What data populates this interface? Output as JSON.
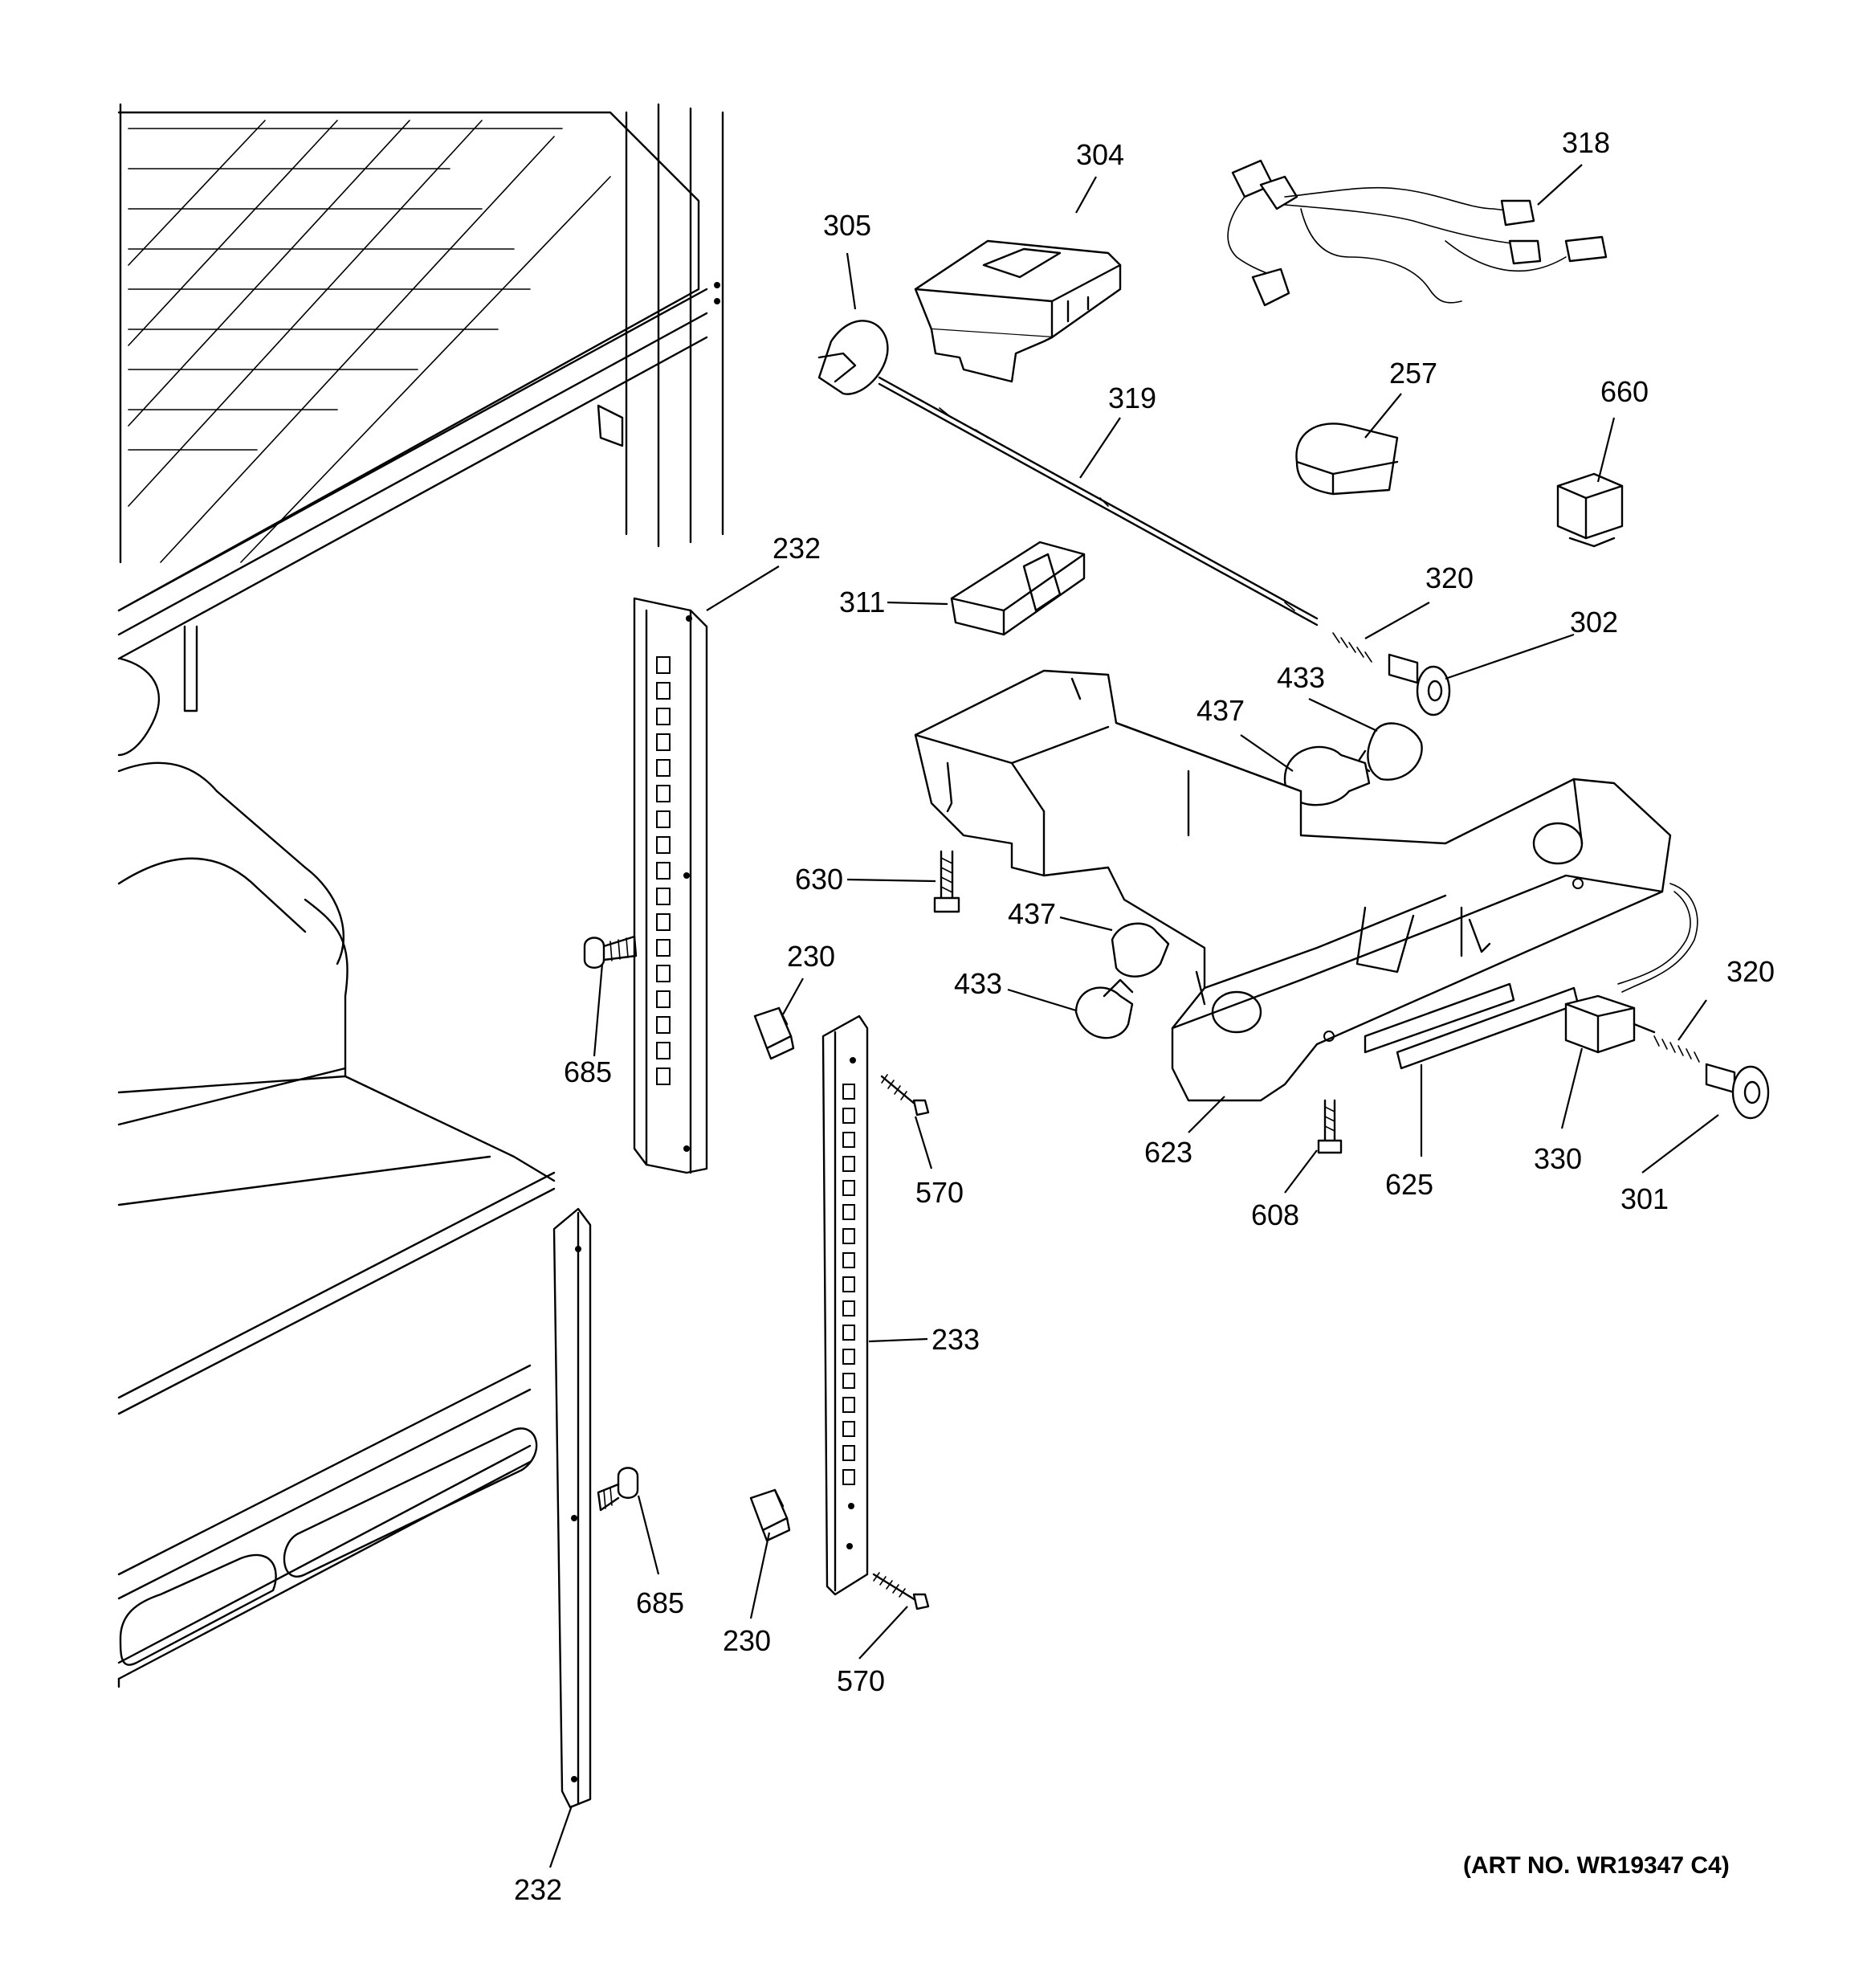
{
  "labels": {
    "l304": "304",
    "l318": "318",
    "l305": "305",
    "l319": "319",
    "l257": "257",
    "l660": "660",
    "l232a": "232",
    "l311": "311",
    "l320a": "320",
    "l302": "302",
    "l433a": "433",
    "l437a": "437",
    "l630": "630",
    "l437b": "437",
    "l433b": "433",
    "l230a": "230",
    "l685a": "685",
    "l570a": "570",
    "l623": "623",
    "l608": "608",
    "l625": "625",
    "l330": "330",
    "l320b": "320",
    "l301": "301",
    "l233": "233",
    "l685b": "685",
    "l230b": "230",
    "l570b": "570",
    "l232b": "232"
  },
  "art_number": "(ART NO. WR19347 C4)"
}
